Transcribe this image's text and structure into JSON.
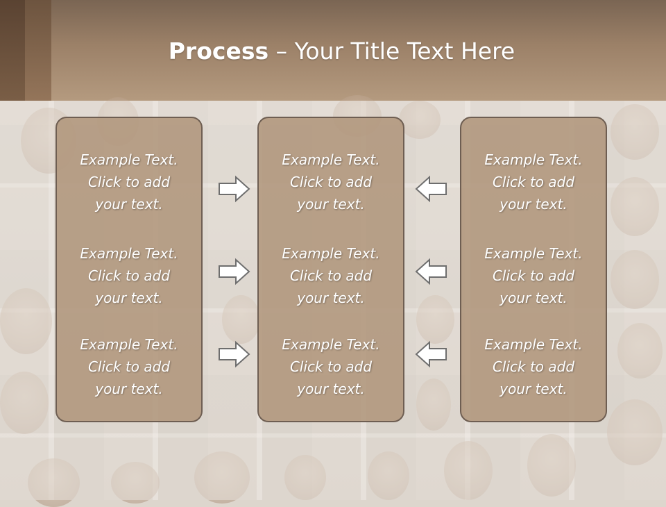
{
  "slide": {
    "title_bold": "Process",
    "title_rest": " – Your Title Text Here"
  },
  "columns": [
    {
      "items": [
        "Example Text.\nClick  to add\nyour text.",
        "Example Text.\nClick  to add\nyour text.",
        "Example Text.\nClick  to add\nyour text."
      ]
    },
    {
      "items": [
        "Example Text.\nClick  to add\nyour text.",
        "Example Text.\nClick  to add\nyour text.",
        "Example Text.\nClick  to add\nyour text."
      ]
    },
    {
      "items": [
        "Example Text.\nClick  to add\nyour text.",
        "Example Text.\nClick  to add\nyour text.",
        "Example Text.\nClick  to add\nyour text."
      ]
    }
  ],
  "colors": {
    "header": "#9c8168",
    "box_fill": "#b0967c",
    "box_border": "#6e5e52",
    "arrow_fill": "#ffffff",
    "arrow_stroke": "#6e6e6e"
  },
  "icons": {
    "left_arrows": "right-arrow-icon",
    "right_arrows": "left-arrow-icon"
  }
}
